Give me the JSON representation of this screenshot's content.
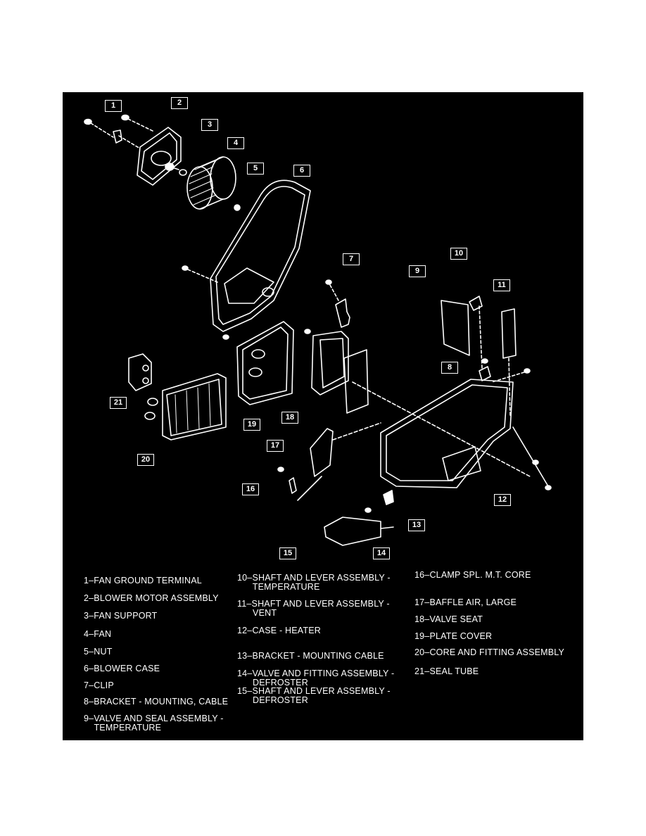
{
  "diagram": {
    "colors": {
      "background": "#000000",
      "ink": "#ffffff",
      "page": "#ffffff"
    },
    "callouts": [
      "1",
      "2",
      "3",
      "4",
      "5",
      "6",
      "7",
      "8",
      "9",
      "10",
      "11",
      "12",
      "13",
      "14",
      "15",
      "16",
      "17",
      "18",
      "19",
      "20",
      "21"
    ],
    "legend": [
      "1–FAN GROUND TERMINAL",
      "2–BLOWER MOTOR ASSEMBLY",
      "3–FAN SUPPORT",
      "4–FAN",
      "5–NUT",
      "6–BLOWER CASE",
      "7–CLIP",
      "8–BRACKET - MOUNTING, CABLE",
      "9–VALVE AND SEAL ASSEMBLY -\n    TEMPERATURE",
      "10–SHAFT AND LEVER ASSEMBLY -\n      TEMPERATURE",
      "11–SHAFT AND LEVER ASSEMBLY -\n      VENT",
      "12–CASE - HEATER",
      "13–BRACKET - MOUNTING CABLE",
      "14–VALVE AND FITTING ASSEMBLY -\n      DEFROSTER",
      "15–SHAFT AND LEVER ASSEMBLY -\n      DEFROSTER",
      "16–CLAMP SPL. M.T. CORE",
      "17–BAFFLE AIR, LARGE",
      "18–VALVE SEAT",
      "19–PLATE COVER",
      "20–CORE AND FITTING ASSEMBLY",
      "21–SEAL TUBE"
    ]
  }
}
